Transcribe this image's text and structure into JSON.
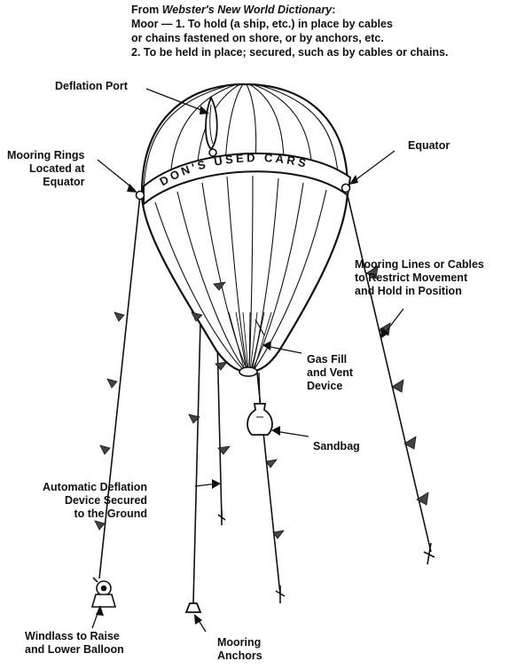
{
  "header": {
    "source_prefix": "From ",
    "source_title": "Webster's New World Dictionary",
    "source_suffix": ":",
    "definition_line1": "Moor — 1. To hold (a ship, etc.) in place by cables",
    "definition_line2": "or chains fastened on shore, or by anchors, etc.",
    "definition_line3": "2. To be held in place; secured, such as by cables or chains."
  },
  "banner_text": "DON'S USED CARS",
  "labels": {
    "deflation_port": "Deflation Port",
    "mooring_rings": [
      "Mooring Rings",
      "Located at",
      "Equator"
    ],
    "equator": "Equator",
    "mooring_lines": [
      "Mooring Lines or Cables",
      "to Restrict Movement",
      "and Hold in Position"
    ],
    "gas_fill": [
      "Gas Fill",
      "and Vent",
      "Device"
    ],
    "sandbag": "Sandbag",
    "auto_deflation": [
      "Automatic Deflation",
      "Device Secured",
      "to the Ground"
    ],
    "windlass": [
      "Windlass to Raise",
      "and Lower Balloon"
    ],
    "mooring_anchors": [
      "Mooring",
      "Anchors"
    ]
  }
}
